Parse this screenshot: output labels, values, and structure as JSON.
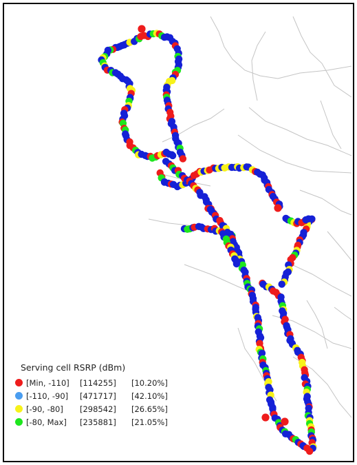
{
  "map": {
    "colors": {
      "red": "#ee1c1c",
      "blue": "#1521d6",
      "light_blue": "#4a9df0",
      "yellow": "#f7f21a",
      "green": "#1ee61e",
      "road": "#c4c4c4"
    }
  },
  "legend": {
    "title": "Serving cell RSRP (dBm)",
    "items": [
      {
        "range": "[Min, -110]",
        "count": "[114255]",
        "percent": "[10.20%]",
        "color": "#ee1c1c"
      },
      {
        "range": "[-110, -90]",
        "count": "[471717]",
        "percent": "[42.10%]",
        "color": "#4a9df0"
      },
      {
        "range": "[-90, -80]",
        "count": "[298542]",
        "percent": "[26.65%]",
        "color": "#f7f21a"
      },
      {
        "range": "[-80, Max]",
        "count": "[235881]",
        "percent": "[21.05%]",
        "color": "#1ee61e"
      }
    ]
  }
}
